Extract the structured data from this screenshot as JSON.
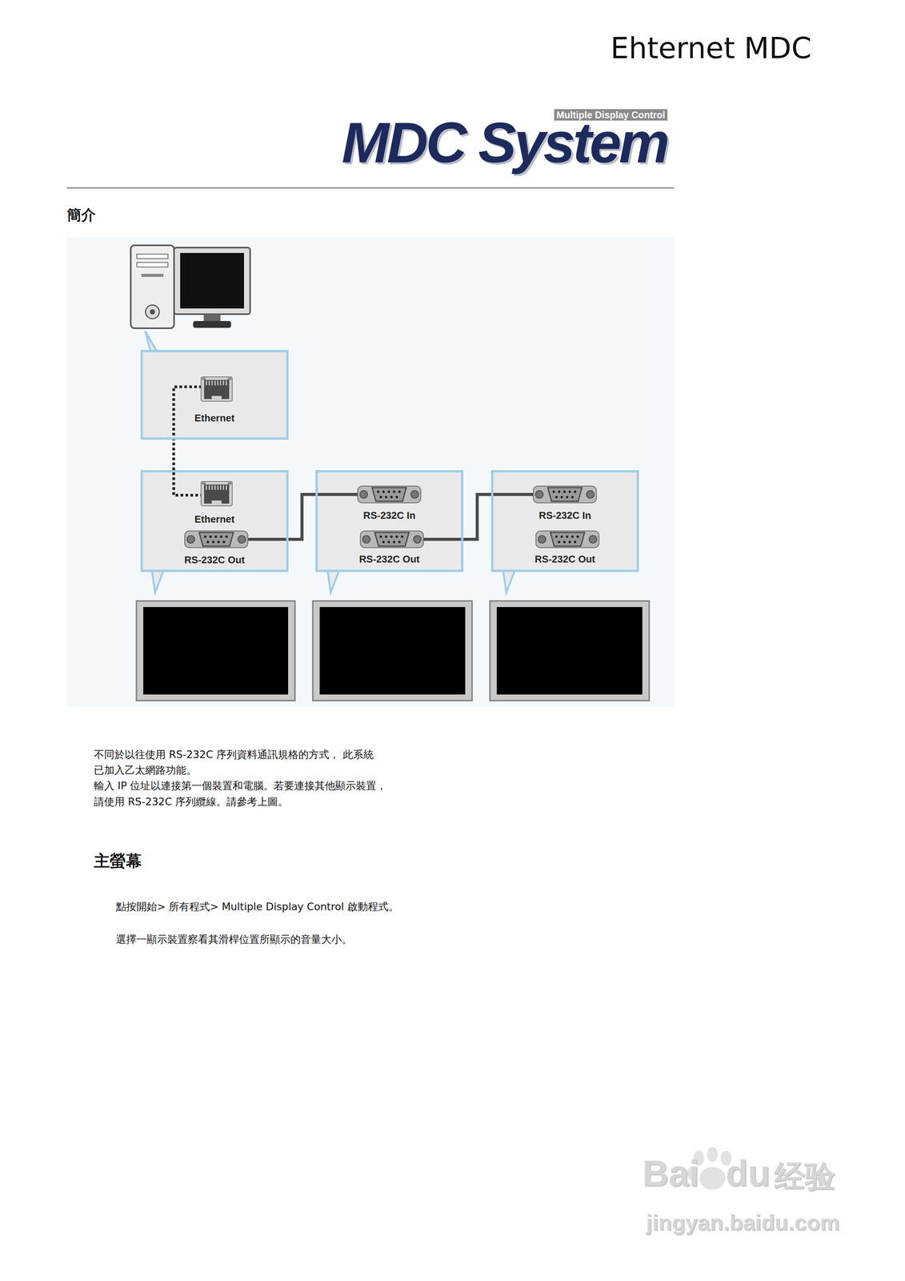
{
  "diagram": {
    "title": "Ehternet MDC",
    "nodes": [
      {
        "text": [
          "Ethernet"
        ]
      },
      {
        "text": [
          "Ethernet",
          "RS-232C Out"
        ]
      },
      {
        "text": [
          "RS-232C In",
          "RS-232C Out"
        ]
      },
      {
        "text": [
          "RS-232C In",
          "RS-232C Out"
        ]
      }
    ],
    "edges": [
      {
        "from": 0,
        "to": 1,
        "arrow": "none"
      },
      {
        "from": 1,
        "to": 2,
        "arrow": "none"
      },
      {
        "from": 2,
        "to": 3,
        "arrow": "none"
      }
    ],
    "labels": [
      "Multiple Display Control",
      "MDC System",
      "簡介",
      "不同於以往使用 RS-232C 序列資料通訊規格的方式， 此系統",
      "已加入乙太網路功能。",
      "輸入 IP 位址以連接第一個裝置和電腦。若要連接其他顯示裝置，",
      "請使用 RS-232C 序列纜線。請參考上圖。",
      "主螢幕",
      "點按開始> 所有程式> Multiple Display Control 啟動程式。",
      "選擇一顯示裝置察看其滑桿位置所顯示的音量大小。",
      "Bai",
      "du",
      "经验",
      "jingyan.baidu.com"
    ]
  }
}
